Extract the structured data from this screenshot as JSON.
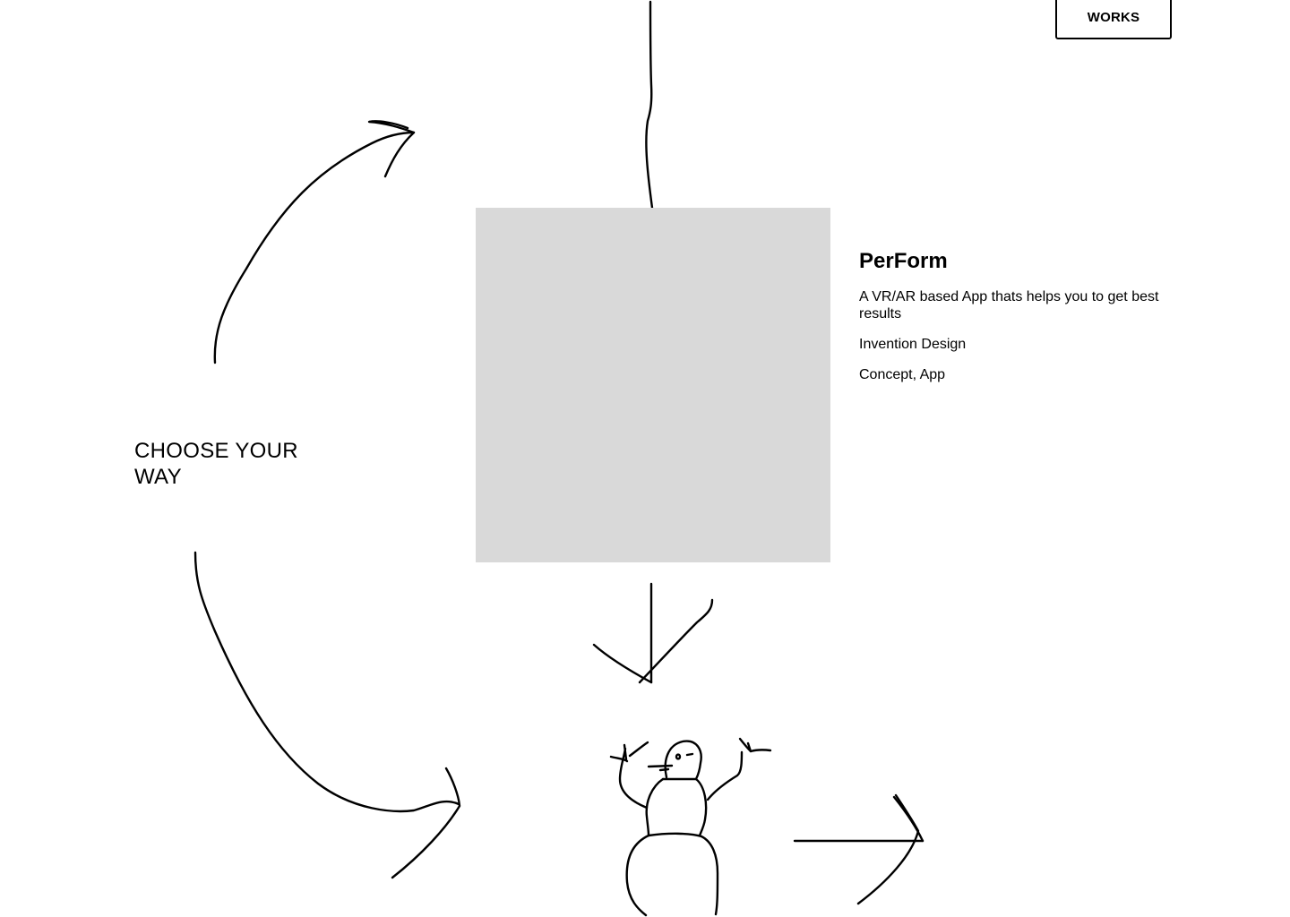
{
  "nav": {
    "works_label": "WORKS"
  },
  "hero": {
    "tagline": "CHOOSE YOUR WAY"
  },
  "project": {
    "title": "PerForm",
    "description": "A VR/AR based App thats helps you to get best results",
    "category": "Invention Design",
    "tags": "Concept, App"
  }
}
